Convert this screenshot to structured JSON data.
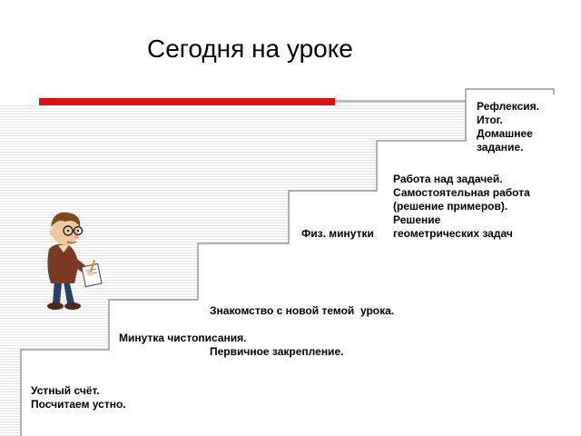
{
  "title": "Сегодня на уроке",
  "colors": {
    "accent_red": "#dd1111",
    "accent_gray": "#bbbbbb",
    "stair_line": "#808080"
  },
  "steps": {
    "step1": {
      "line1": "Устный счёт.",
      "line2": "Посчитаем устно."
    },
    "step2": {
      "line1": "Минутка чистописания."
    },
    "step3": {
      "line1": "Знакомство с новой темой  урока.",
      "line2": "Первичное закрепление."
    },
    "step4": {
      "line1": "Физ. минутки"
    },
    "step5": {
      "line1": "Работа над задачей.",
      "line2": "Самостоятельная работа",
      "line3": "(решение примеров).",
      "line4": "Решение",
      "line5": "геометрических задач"
    },
    "step6": {
      "line1": "Рефлексия.",
      "line2": "Итог.",
      "line3": "Домашнее",
      "line4": "задание."
    }
  },
  "icons": {
    "student": "student-writing-icon"
  }
}
